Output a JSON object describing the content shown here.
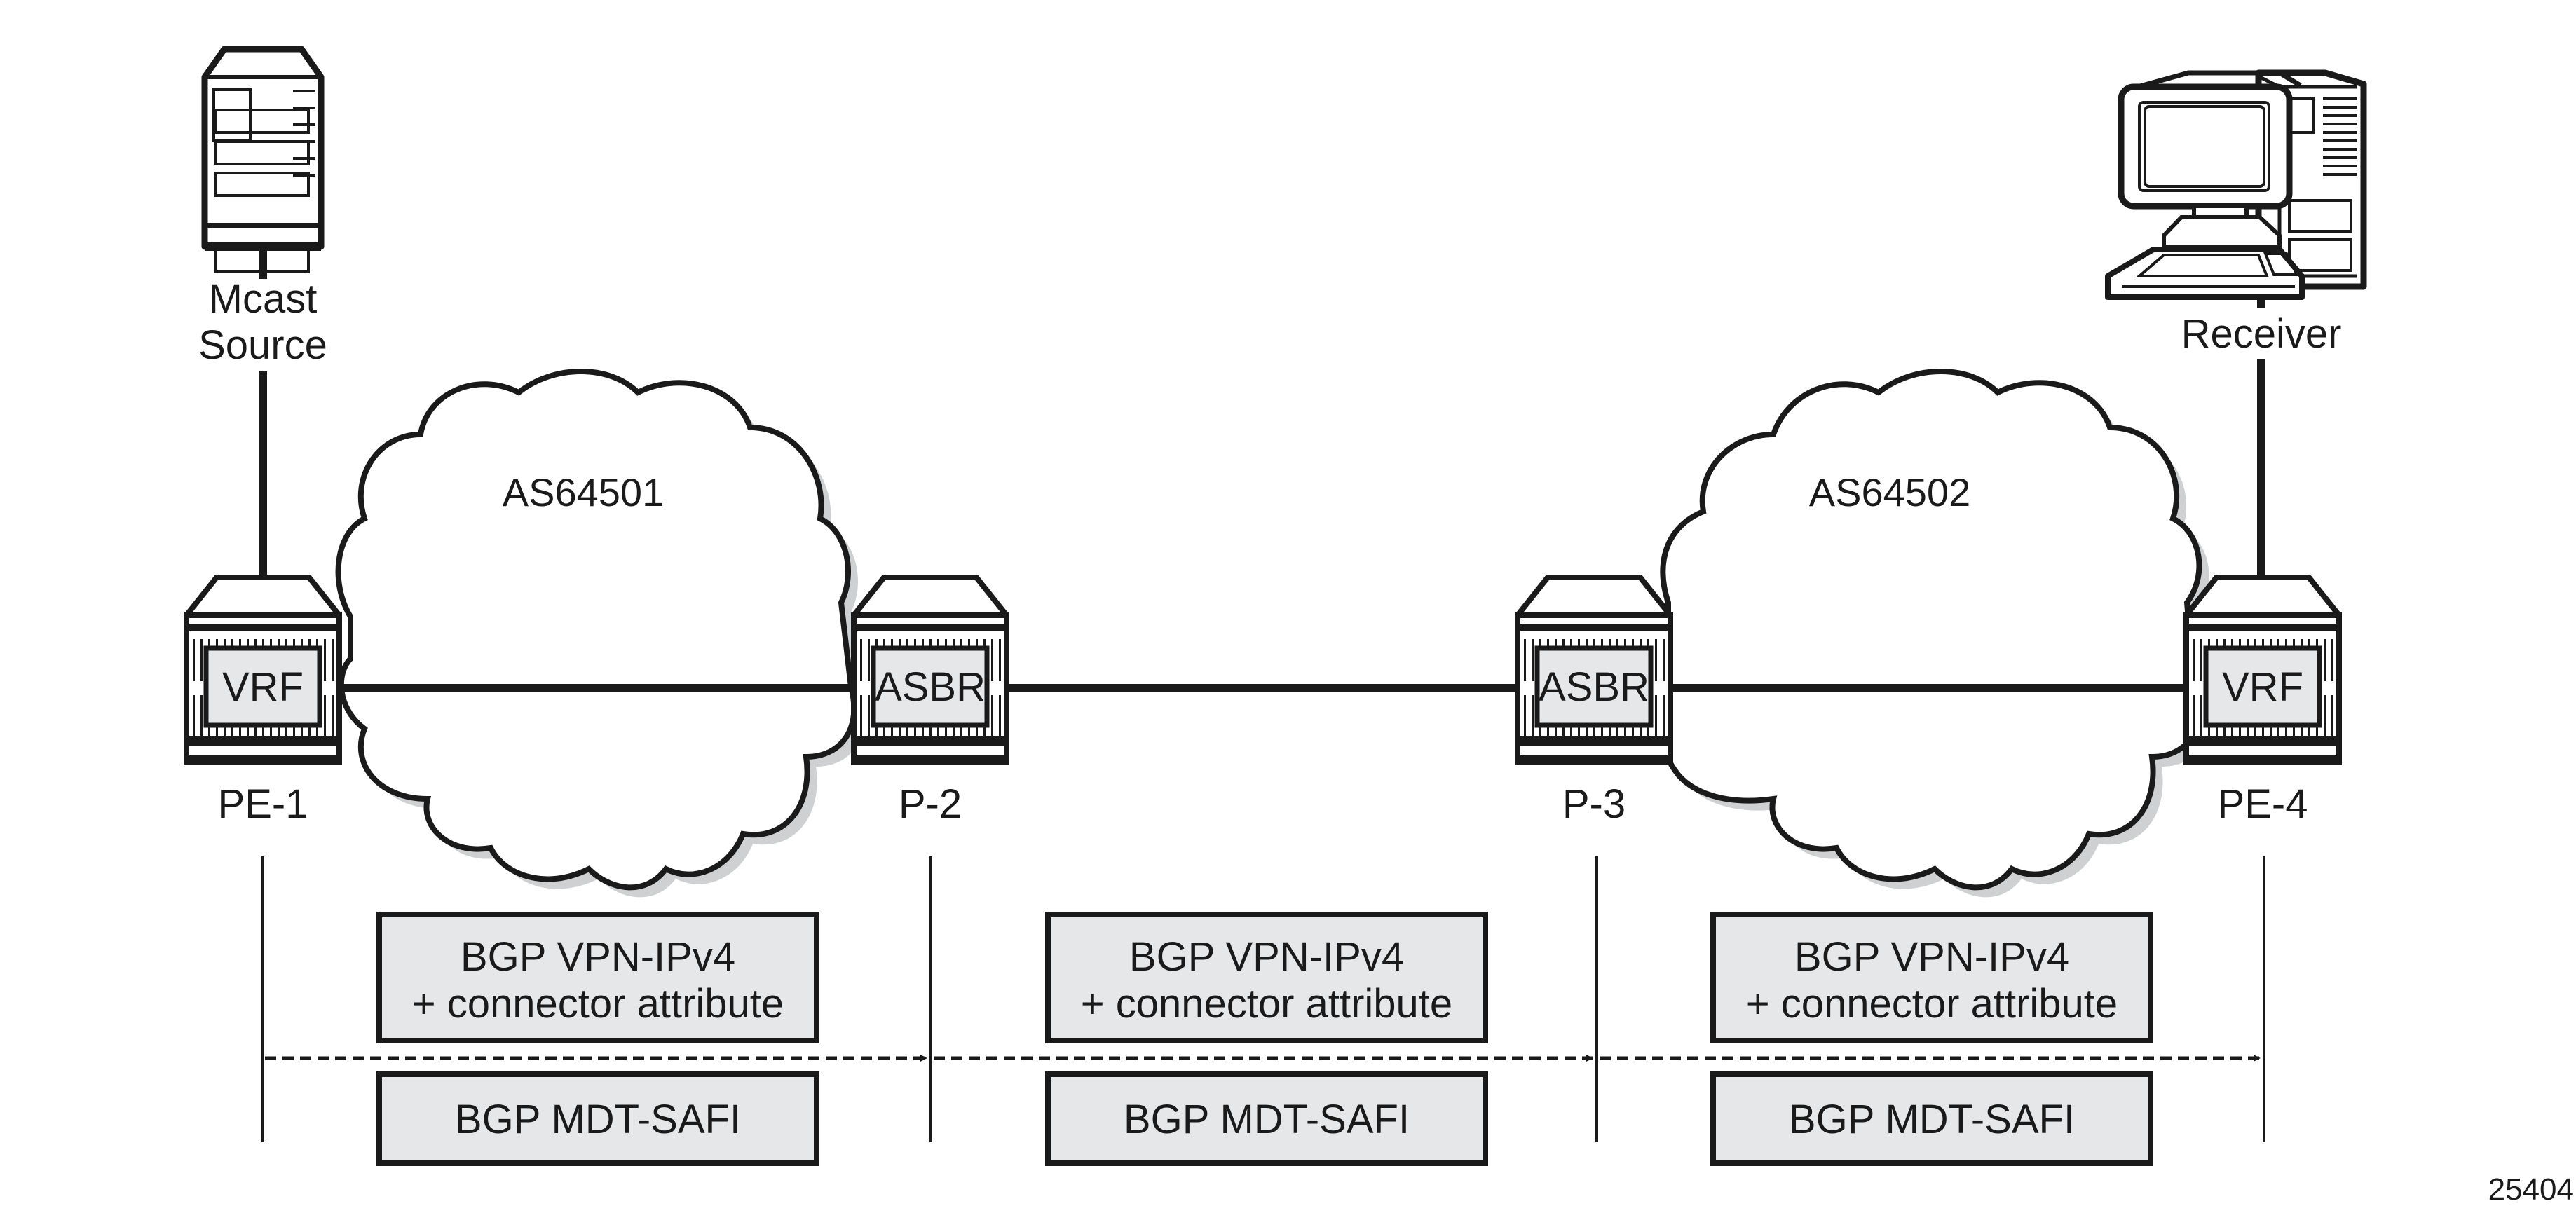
{
  "nodes": {
    "source": {
      "label_line1": "Mcast",
      "label_line2": "Source"
    },
    "receiver": {
      "label": "Receiver"
    },
    "pe1": {
      "name": "PE-1",
      "badge": "VRF"
    },
    "p2": {
      "name": "P-2",
      "badge": "ASBR"
    },
    "p3": {
      "name": "P-3",
      "badge": "ASBR"
    },
    "pe4": {
      "name": "PE-4",
      "badge": "VRF"
    }
  },
  "clouds": [
    {
      "label": "AS64501"
    },
    {
      "label": "AS64502"
    }
  ],
  "segments": [
    {
      "line1": "BGP VPN-IPv4",
      "line2": "+ connector attribute",
      "lower": "BGP MDT-SAFI"
    },
    {
      "line1": "BGP VPN-IPv4",
      "line2": "+ connector attribute",
      "lower": "BGP MDT-SAFI"
    },
    {
      "line1": "BGP VPN-IPv4",
      "line2": "+ connector attribute",
      "lower": "BGP MDT-SAFI"
    }
  ],
  "figure_id": "25404",
  "colors": {
    "box_fill": "#e6e7e8",
    "shadow": "#cfd0d2",
    "ink": "#1a1a1a"
  }
}
